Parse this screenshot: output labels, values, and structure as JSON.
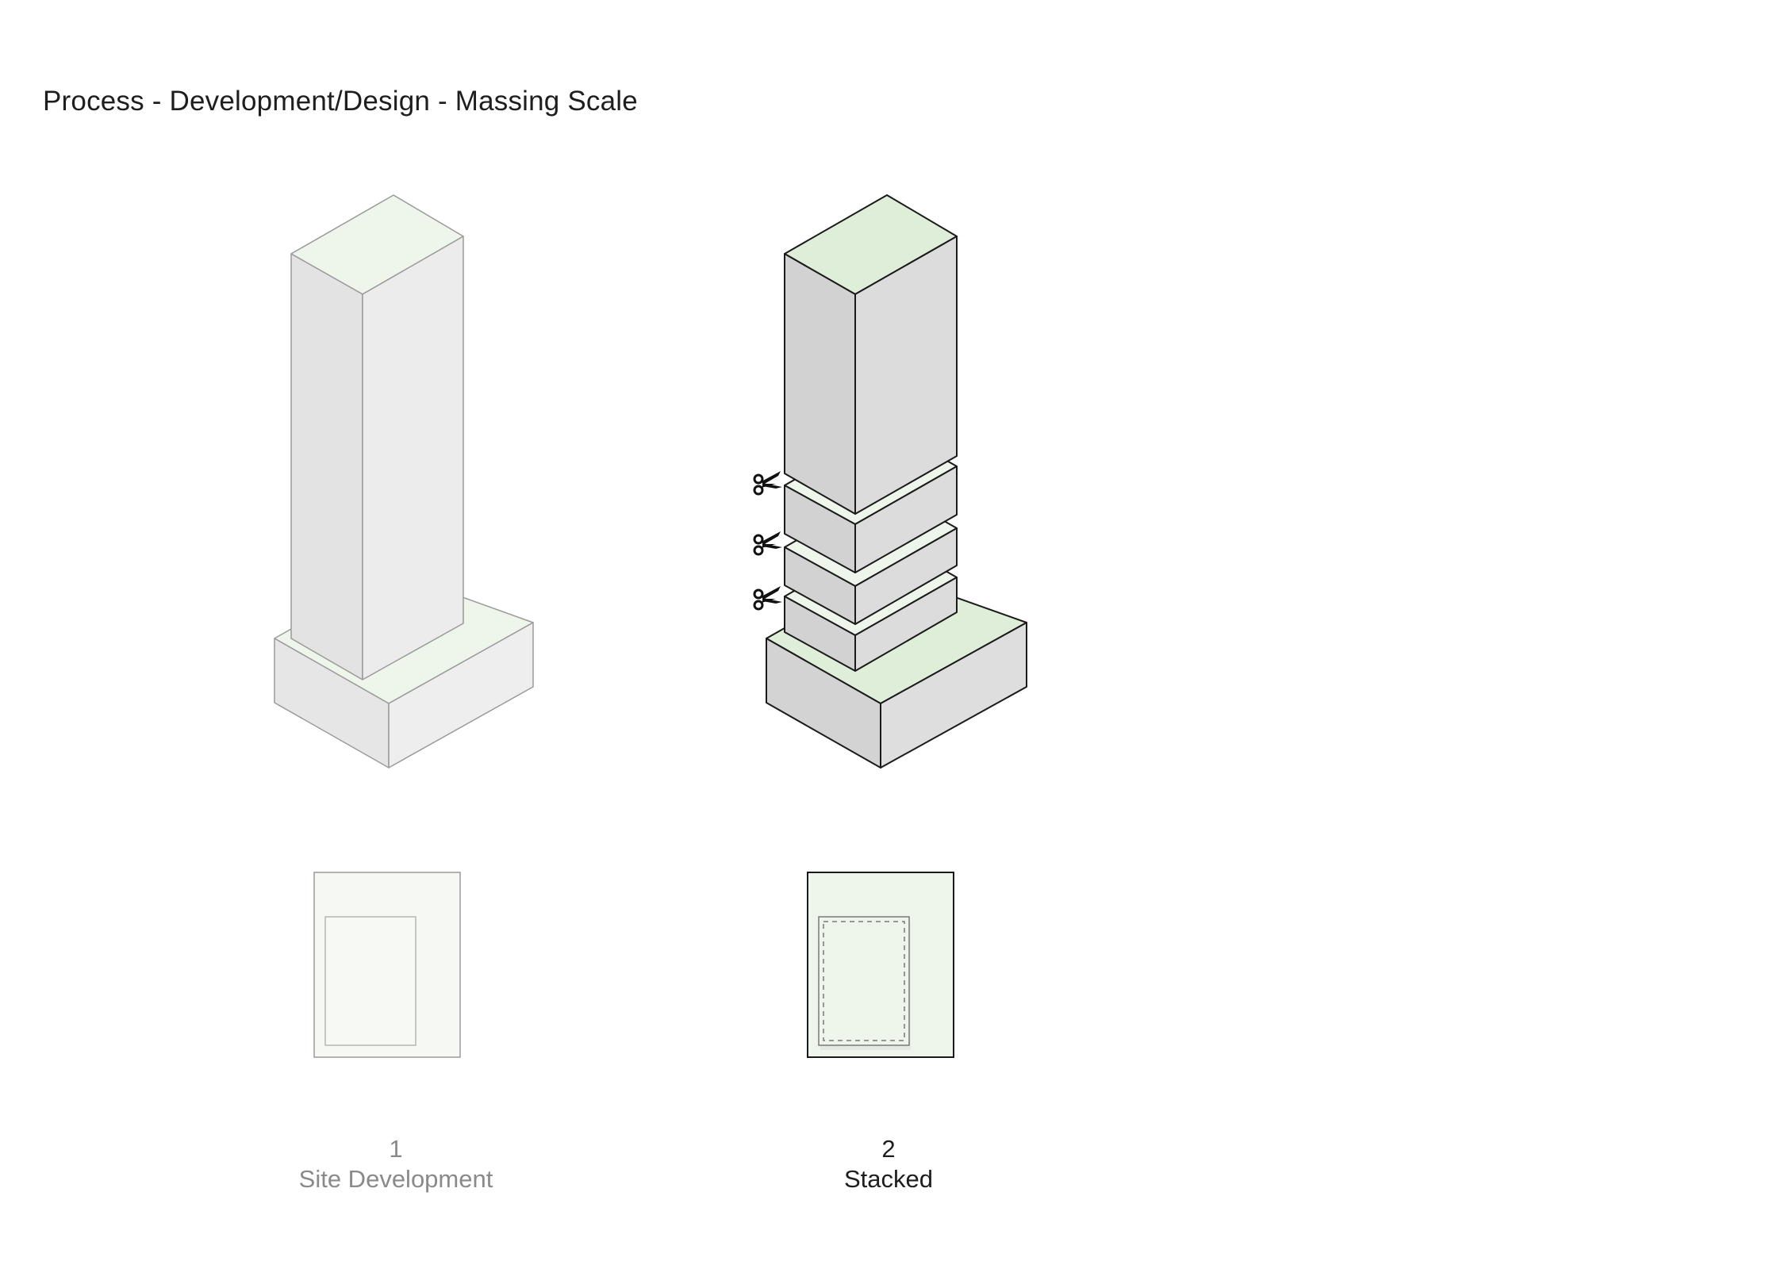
{
  "header": {
    "title": "Process - Development/Design - Massing Scale"
  },
  "colors": {
    "roof_light": "#eef5ea",
    "roof_green": "#dfeed8",
    "face_light_left": "#e6e6e6",
    "face_light_right": "#efefef",
    "face_dark_left": "#d2d2d2",
    "face_dark_right": "#dcdcdc",
    "outline_light": "#9a9a9a",
    "outline_dark": "#1a1a1a"
  },
  "stages": [
    {
      "number": "1",
      "label": "Site Development",
      "state": "inactive"
    },
    {
      "number": "2",
      "label": "Stacked",
      "state": "active"
    }
  ],
  "icons": [
    "scissors-icon",
    "scissors-icon",
    "scissors-icon"
  ]
}
